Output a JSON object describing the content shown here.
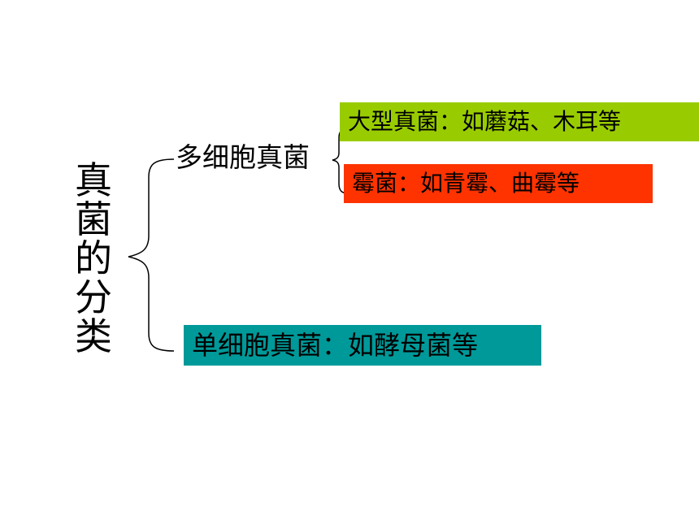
{
  "title_chars": [
    "真",
    "菌",
    "的",
    "分",
    "类"
  ],
  "multicellular_label": "多细胞真菌",
  "boxes": {
    "large_fungi": "大型真菌：如蘑菇、木耳等",
    "mold": "霉菌：如青霉、曲霉等",
    "single_cell": "单细胞真菌：如酵母菌等"
  },
  "colors": {
    "large_fungi_bg": "#99cc00",
    "mold_bg": "#ff3300",
    "single_cell_bg": "#009999"
  }
}
